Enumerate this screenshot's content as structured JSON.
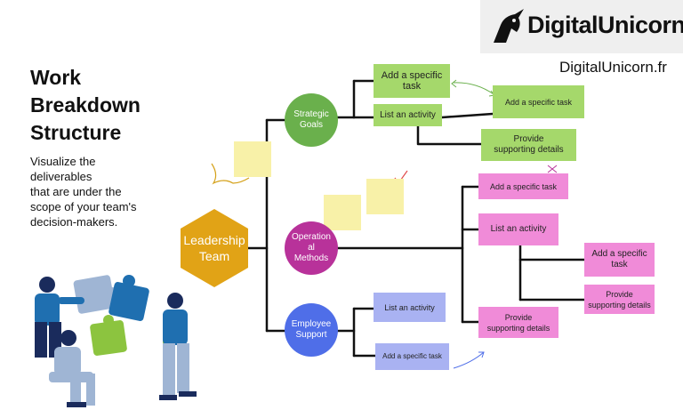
{
  "brand": {
    "logo_text": "DigitalUnicorn",
    "site": "DigitalUnicorn.fr"
  },
  "heading": {
    "title": "Work\nBreakdown\nStructure",
    "subtitle": "Visualize the\ndeliverables\nthat are under the\nscope of your team's\ndecision-makers."
  },
  "root": {
    "label": "Leadership\nTeam",
    "color": "#e1a316"
  },
  "branches": [
    {
      "label": "Strategic\nGoals",
      "color": "#6ab04c",
      "box_color": "#a5d86b",
      "items": [
        "Add a specific\ntask",
        "List an activity",
        "Add a specific task",
        "Provide\nsupporting details"
      ]
    },
    {
      "label": "Operation\nal\nMethods",
      "color": "#b8329a",
      "box_color": "#f08bd8",
      "items": [
        "Add a specific task",
        "List an activity",
        "Add a specific\ntask",
        "Provide\nsupporting details",
        "Provide\nsupporting details"
      ]
    },
    {
      "label": "Employee\nSupport",
      "color": "#4f6ee8",
      "box_color": "#a9b2f2",
      "items": [
        "List an activity",
        "Add a specific task"
      ]
    }
  ]
}
